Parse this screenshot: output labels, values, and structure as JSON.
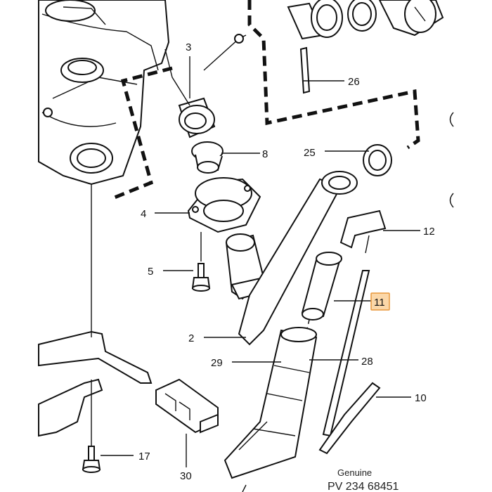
{
  "parts": {
    "p2": "2",
    "p3": "3",
    "p4": "4",
    "p5": "5",
    "p8": "8",
    "p10": "10",
    "p11": "11",
    "p12": "12",
    "p17": "17",
    "p25": "25",
    "p26": "26",
    "p28": "28",
    "p29": "29",
    "p30": "30"
  },
  "watermark": {
    "genuine": "Genuine",
    "code": "PV 234 68451"
  },
  "colors": {
    "highlight_fill": "#fbd7a8",
    "highlight_stroke": "#e8973a"
  }
}
